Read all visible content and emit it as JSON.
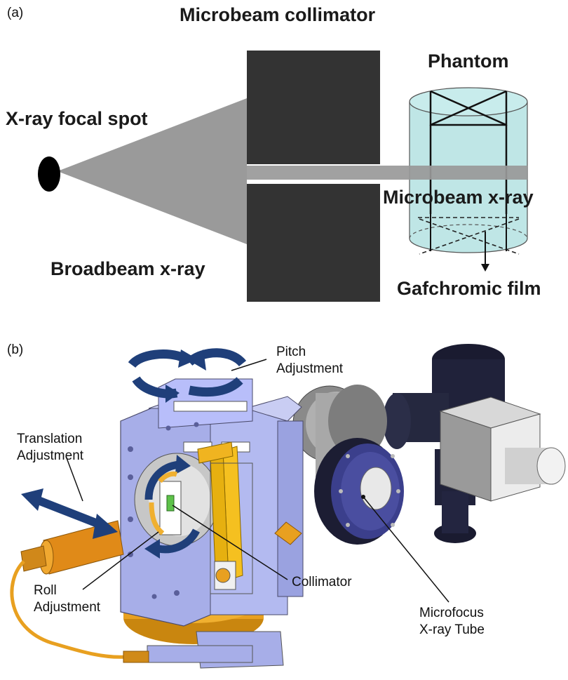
{
  "panel_a": {
    "tag": "(a)",
    "collimator_label": "Microbeam collimator",
    "phantom_label": "Phantom",
    "focal_spot_label": "X-ray focal spot",
    "microbeam_label": "Microbeam x-ray",
    "broadbeam_label": "Broadbeam x-ray",
    "film_label": "Gafchromic film"
  },
  "panel_b": {
    "tag": "(b)",
    "pitch_line1": "Pitch",
    "pitch_line2": "Adjustment",
    "translation_line1": "Translation",
    "translation_line2": "Adjustment",
    "collimator_label": "Collimator",
    "roll_line1": "Roll",
    "roll_line2": "Adjustment",
    "tube_line1": "Microfocus",
    "tube_line2": "X-ray Tube"
  },
  "colors": {
    "block": "#333333",
    "beam": "#999999",
    "phantom_fill": "#bfe6e6",
    "arrow_blue": "#1f3f7a",
    "body_blue": "#a7aee8",
    "tube_dark": "#20223a",
    "brass": "#e8a020"
  }
}
